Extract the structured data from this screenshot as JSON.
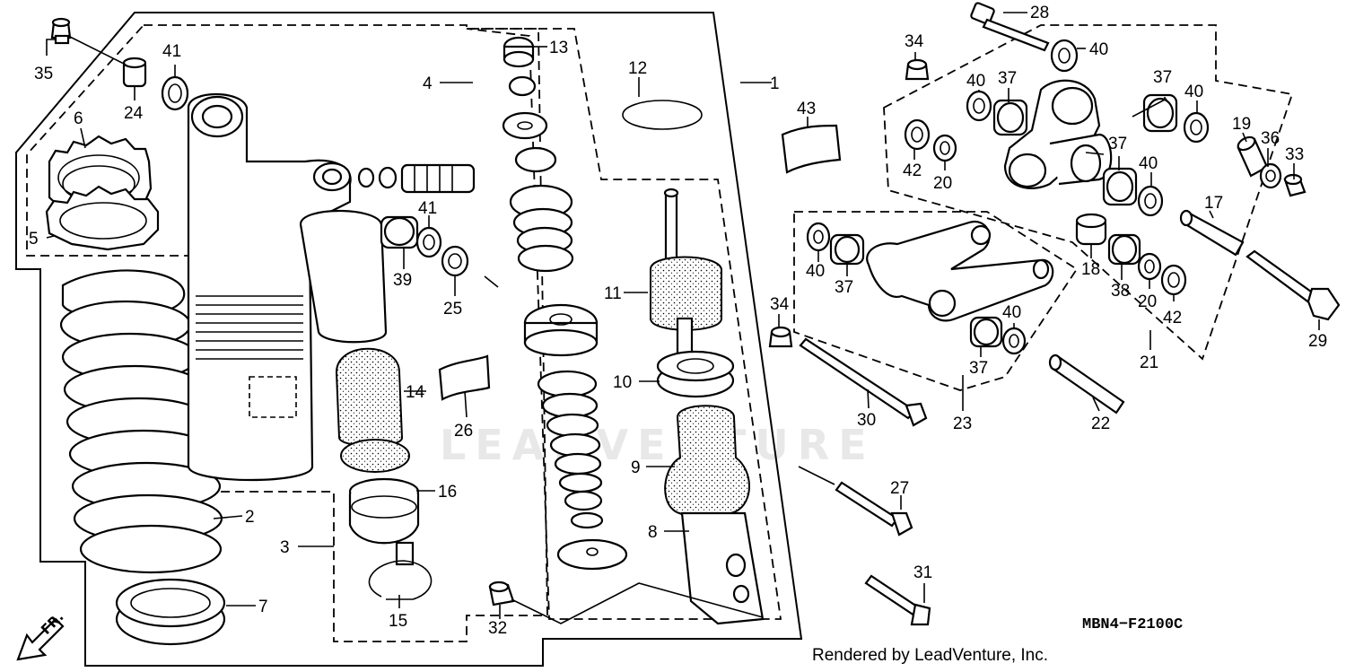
{
  "diagram": {
    "code": "MBN4−F2100C",
    "credit": "Rendered by LeadVenture, Inc.",
    "watermark": "LEADVENTURE",
    "direction_label": "FR.",
    "callouts": [
      "1",
      "2",
      "3",
      "4",
      "5",
      "6",
      "7",
      "8",
      "9",
      "10",
      "11",
      "12",
      "13",
      "14",
      "15",
      "16",
      "17",
      "18",
      "19",
      "20",
      "20",
      "21",
      "22",
      "23",
      "24",
      "25",
      "26",
      "27",
      "28",
      "29",
      "30",
      "31",
      "32",
      "33",
      "34",
      "34",
      "35",
      "36",
      "37",
      "37",
      "37",
      "37",
      "37",
      "38",
      "39",
      "40",
      "40",
      "40",
      "40",
      "40",
      "40",
      "41",
      "41",
      "42",
      "42",
      "43"
    ]
  }
}
